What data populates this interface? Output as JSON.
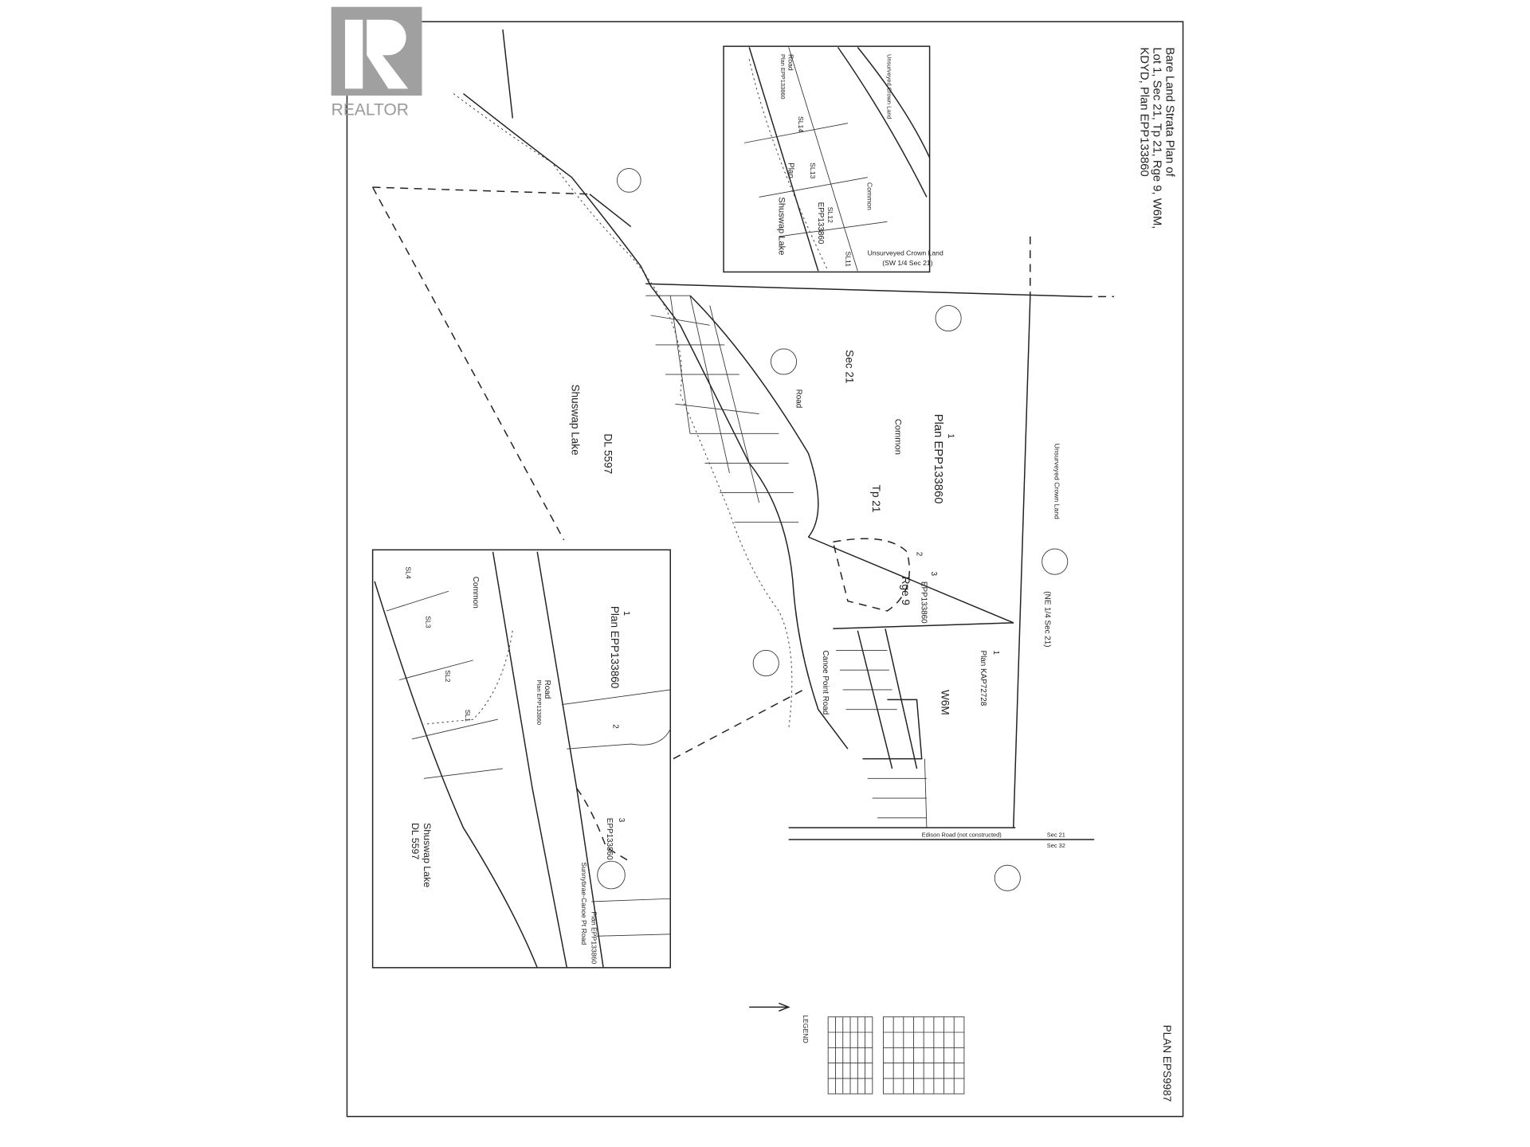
{
  "logo": {
    "text": "REALTOR",
    "mark": "R",
    "color": "#a0a0a0"
  },
  "title": {
    "line1": "Bare Land Strata Plan of",
    "line2": "Lot 1, Sec 21, Tp 21, Rge 9, W6M,",
    "line3": "KDYD, Plan EPP133860"
  },
  "plan_number": "PLAN EPS9987",
  "labels": {
    "sec": "Sec 21",
    "tp": "Tp 21",
    "rge": "Rge 9",
    "mer": "W6M",
    "dl": "DL 5597",
    "lake": "Shuswap Lake",
    "plan_main": "Plan EPP133860",
    "lot_1": "1",
    "common": "Common",
    "crown_sw": "Unsurveyed Crown Land",
    "crown_sw_sub": "(SW 1/4 Sec 21)",
    "crown_east": "Unsurveyed Crown Land",
    "ne_quarter": "(NE 1/4 Sec 21)",
    "plan_kap": "Plan KAP72728",
    "plan_kap_lot": "1",
    "plan_3": "EPP133860",
    "lot_2": "2",
    "lot_3": "3",
    "edison": "Edison Road (not constructed)",
    "sec21": "Sec 21",
    "sec32": "Sec 32",
    "road": "Road",
    "canoe_road": "Canoe Point Road"
  },
  "inset_top": {
    "road": "Road",
    "plan_road": "Plan EPP133860",
    "crown": "Unsurveyed Crown Land",
    "lake": "Shuswap Lake",
    "lots": [
      "SL14",
      "SL13",
      "SL12",
      "SL11"
    ],
    "plan": "Plan",
    "plan_no": "EPP133860",
    "common": "Common"
  },
  "inset_bottom": {
    "dl": "DL 5597",
    "lake": "Shuswap Lake",
    "plan": "Plan EPP133860",
    "lot": "1",
    "lots": [
      "SL4",
      "SL3",
      "SL2",
      "SL1"
    ],
    "common": "Common",
    "road": "Road",
    "road_plan": "Plan EPP133860",
    "lot2": "2",
    "lot3": "3",
    "plan3": "EPP133860",
    "canoe": "Sunnybrae-Canoe Pt Road",
    "plan_bottom": "Plan EPP133860"
  },
  "legend": {
    "title": "LEGEND"
  }
}
